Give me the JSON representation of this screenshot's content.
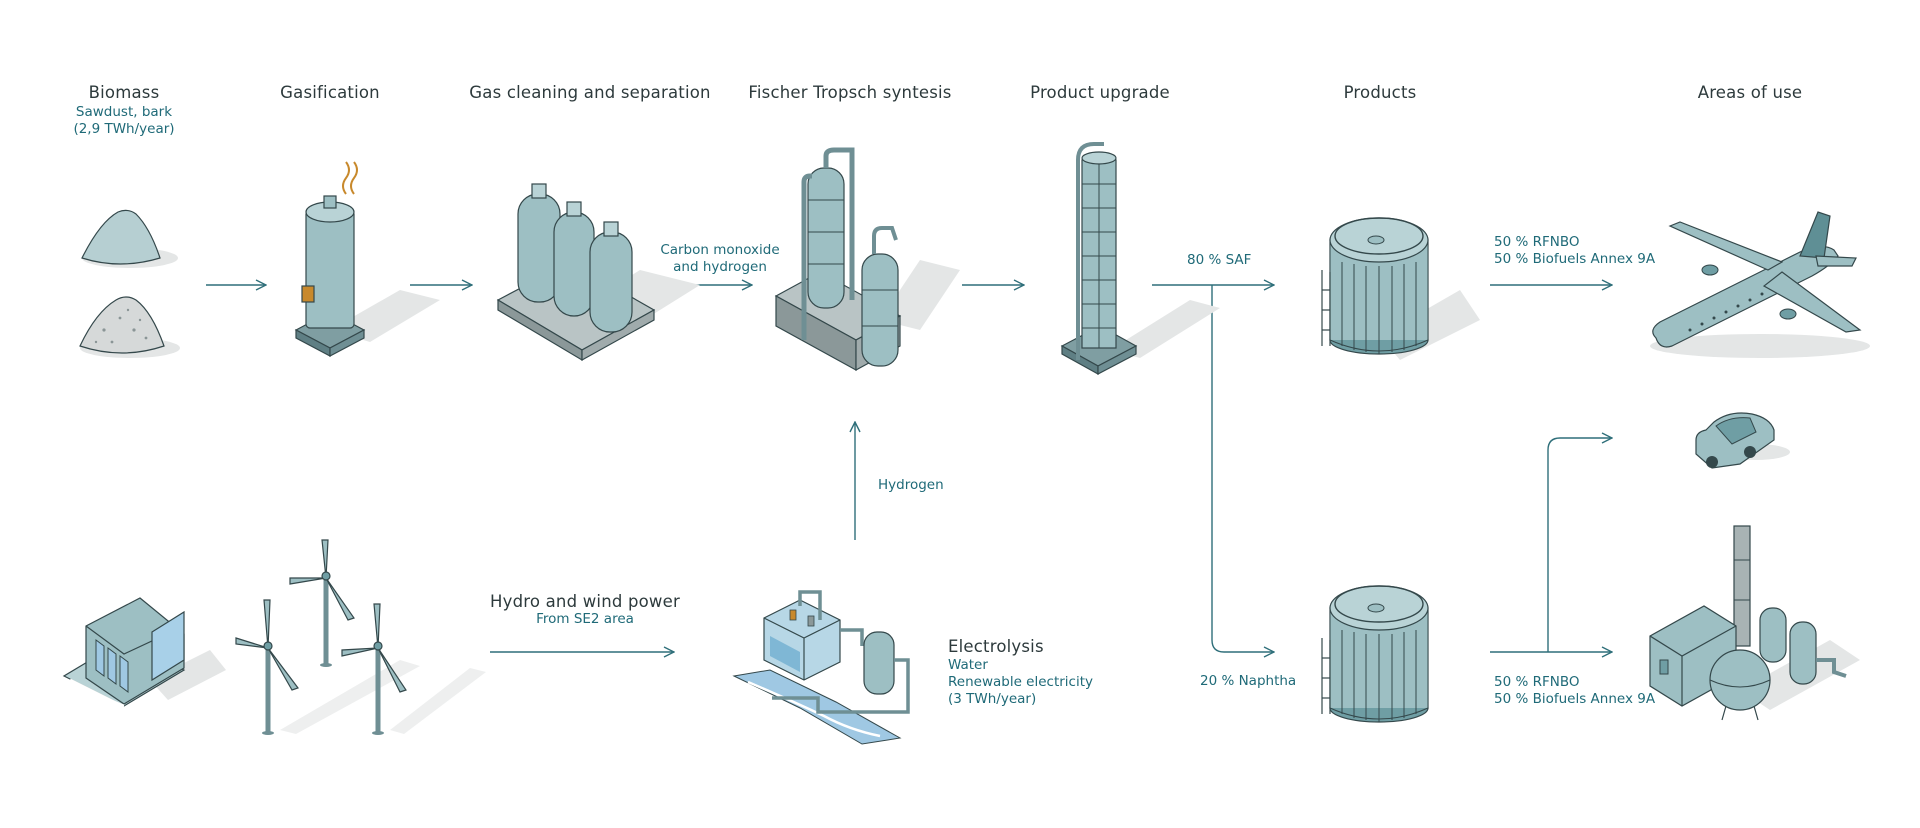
{
  "colors": {
    "teal_text": "#1f6a78",
    "header_text": "#2d3a3c",
    "arrow": "#2f6f7a",
    "equipment_fill": "#9dbfc3",
    "equipment_dark": "#6f9ea4",
    "outline": "#34484b",
    "shadow": "#e4e6e6",
    "water": "#9fc8e3"
  },
  "headers": {
    "biomass": "Biomass",
    "gasification": "Gasification",
    "gas_cleaning": "Gas cleaning and separation",
    "fischer_tropsch": "Fischer Tropsch syntesis",
    "product_upgrade": "Product upgrade",
    "products": "Products",
    "areas_of_use": "Areas of use"
  },
  "biomass": {
    "line1": "Sawdust, bark",
    "line2": "(2,9 TWh/year)"
  },
  "flow_labels": {
    "carbon_monoxide_line1": "Carbon monoxide",
    "carbon_monoxide_line2": "and hydrogen",
    "hydrogen": "Hydrogen",
    "saf": "80 % SAF",
    "naphtha": "20 % Naphtha"
  },
  "power": {
    "title": "Hydro and wind power",
    "subtitle": "From SE2 area"
  },
  "electrolysis": {
    "title": "Electrolysis",
    "line1": "Water",
    "line2": "Renewable electricity",
    "line3": "(3 TWh/year)"
  },
  "blends": {
    "top_line1": "50 % RFNBO",
    "top_line2": "50 % Biofuels Annex 9A",
    "bottom_line1": "50 % RFNBO",
    "bottom_line2": "50 % Biofuels Annex 9A"
  },
  "icons": [
    "sawdust-pile-icon",
    "bark-pile-icon",
    "gasifier-icon",
    "gas-cleaning-tanks-icon",
    "fischer-tropsch-reactor-icon",
    "upgrade-column-icon",
    "saf-storage-tank-icon",
    "naphtha-storage-tank-icon",
    "airplane-icon",
    "car-icon",
    "industry-plant-icon",
    "hydro-dam-icon",
    "wind-turbines-icon",
    "electrolyser-icon"
  ]
}
